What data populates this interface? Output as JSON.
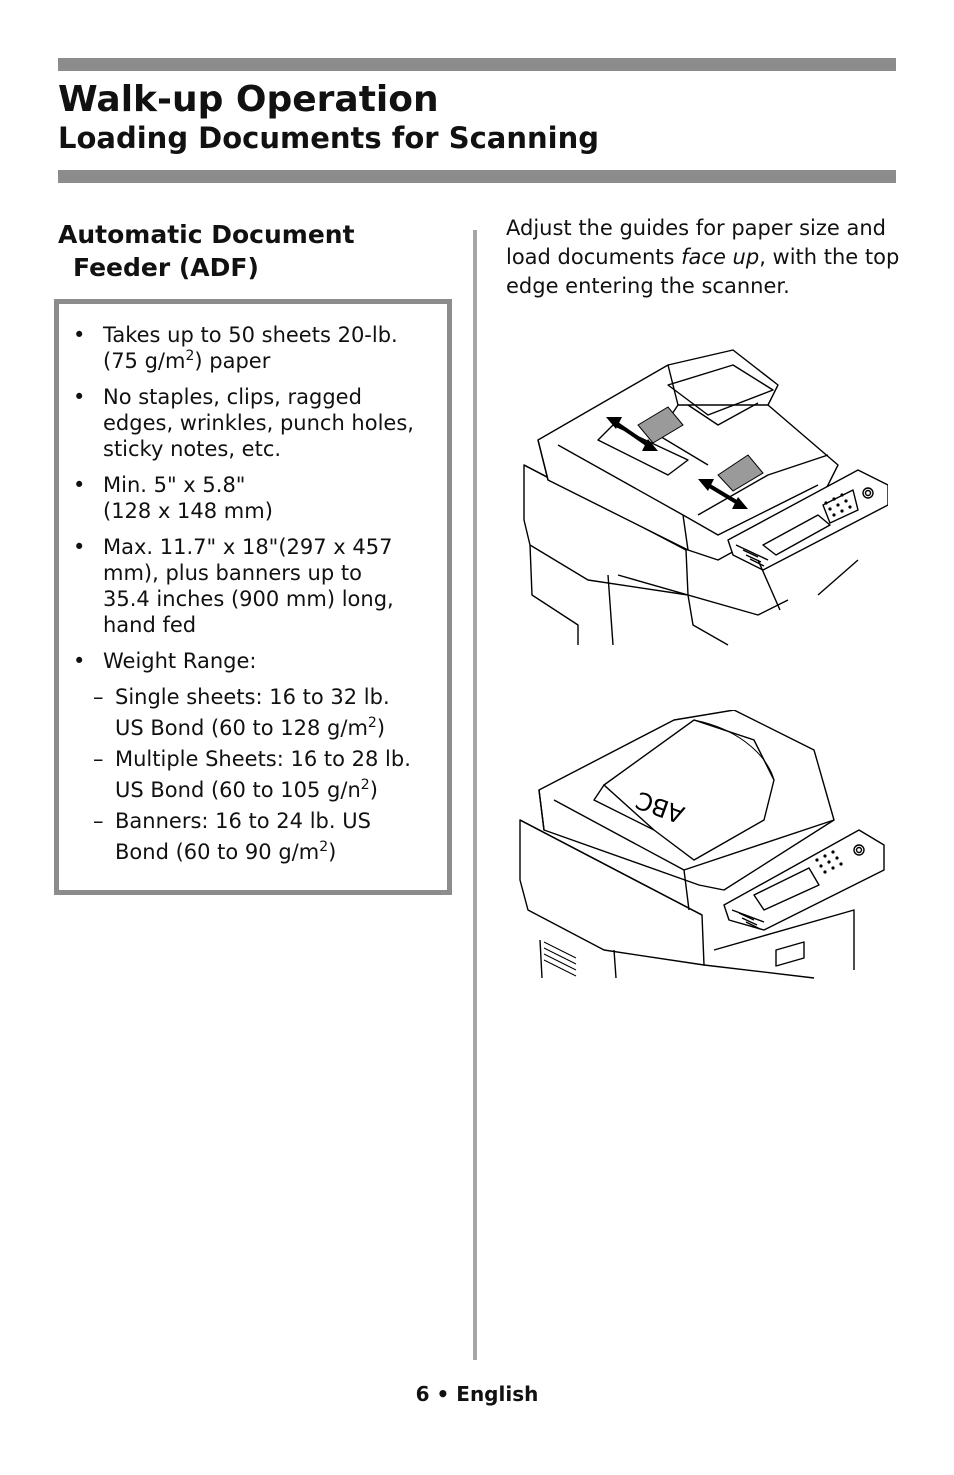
{
  "header": {
    "title": "Walk-up Operation",
    "subtitle": "Loading Documents for Scanning"
  },
  "left": {
    "heading_line1": "Automatic Document",
    "heading_line2": "Feeder (ADF)",
    "specs": {
      "s1_a": "Takes up to 50 sheets 20-lb.",
      "s1_b_pre": "(75 g/m",
      "s1_b_sup": "2",
      "s1_b_post": ") paper",
      "s2_a": "No staples, clips, ragged",
      "s2_b": "edges, wrinkles, punch holes,",
      "s2_c": "sticky notes, etc.",
      "s3_a": "Min. 5\" x 5.8\"",
      "s3_b": "(128 x 148 mm)",
      "s4_a": "Max. 11.7\" x 18\"(297 x 457",
      "s4_b": "mm), plus banners up to",
      "s4_c": "35.4 inches (900 mm) long,",
      "s4_d": "hand fed",
      "s5_a": "Weight Range:",
      "bullet": "•"
    },
    "weights": {
      "dash": "–",
      "w1_a": "Single sheets: 16 to 32 lb.",
      "w1_b_pre": "US Bond (60 to 128 g/m",
      "w1_b_sup": "2",
      "w1_b_post": ")",
      "w2_a": "Multiple Sheets: 16 to 28 lb.",
      "w2_b_pre": "US Bond  (60 to 105 g/n",
      "w2_b_sup": "2",
      "w2_b_post": ")",
      "w3_a": "Banners: 16 to 24 lb. US",
      "w3_b_pre": "Bond (60 to 90 g/m",
      "w3_b_sup": "2",
      "w3_b_post": ")"
    }
  },
  "right": {
    "intro_pre": "Adjust the guides for paper size and load documents ",
    "intro_em": "face up",
    "intro_post": ", with the top edge entering the scanner.",
    "paper_text": "ABC"
  },
  "footer": {
    "page": "6",
    "sep": "•",
    "lang": "English"
  },
  "colors": {
    "rule": "#8c8c8c",
    "divider": "#a6a6a6",
    "text": "#111111"
  },
  "icons": [
    "scanner-adf-guides-illustration",
    "scanner-loaded-document-illustration",
    "double-arrow-icon"
  ]
}
